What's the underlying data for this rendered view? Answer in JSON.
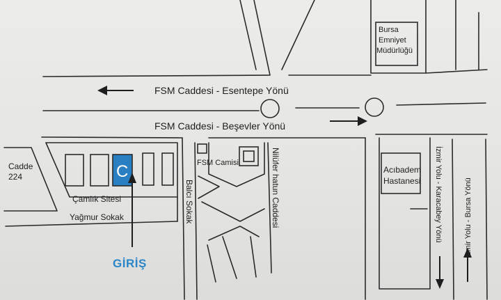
{
  "roads": {
    "fsm_upper": "FSM Caddesi - Esentepe Yönü",
    "fsm_lower": "FSM Caddesi - Beşevler Yönü",
    "nilufer": "Nilüfer hatun Caddesi",
    "balci": "Balcı Sokak",
    "yagmur": "Yağmur Sokak",
    "izmir_karacabey": "İzmir Yolu - Karacabey Yönü",
    "izmir_bursa": "İzmir Yolu - Bursa Yönü"
  },
  "places": {
    "bursa_emniyet": [
      "Bursa",
      "Emniyet",
      "Müdürlüğü"
    ],
    "cadde": [
      "Cadde",
      "224"
    ],
    "camlik": "Çamlık Sitesi",
    "fsm_camisi": "FSM Camisi",
    "acibadem": [
      "Acıbadem",
      "Hastanesi"
    ],
    "building_c": "C"
  },
  "entrance": {
    "label": "GİRİŞ"
  },
  "colors": {
    "accent": "#2a86c8",
    "line": "#2a2a2a"
  }
}
